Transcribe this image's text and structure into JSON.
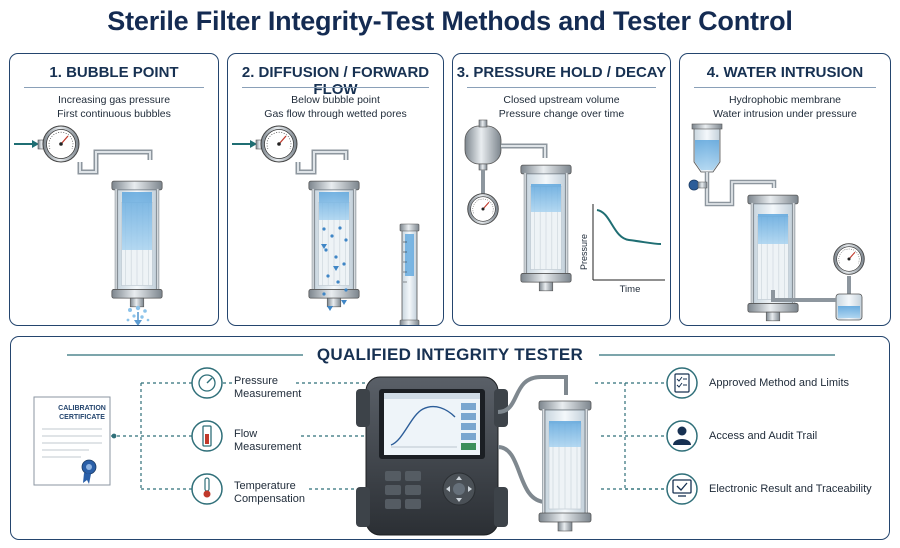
{
  "title": "Sterile Filter Integrity-Test Methods and Tester Control",
  "panels": [
    {
      "heading": "1. BUBBLE POINT",
      "lines": [
        "Increasing gas pressure",
        "First continuous bubbles"
      ]
    },
    {
      "heading": "2. DIFFUSION / FORWARD FLOW",
      "lines": [
        "Below bubble point",
        "Gas flow through wetted pores"
      ]
    },
    {
      "heading": "3. PRESSURE HOLD / DECAY",
      "lines": [
        "Closed upstream volume",
        "Pressure change over time"
      ],
      "chart": {
        "xlabel": "Time",
        "ylabel": "Pressure"
      }
    },
    {
      "heading": "4. WATER INTRUSION",
      "lines": [
        "Hydrophobic membrane",
        "Water intrusion under pressure"
      ]
    }
  ],
  "tester": {
    "heading": "QUALIFIED INTEGRITY TESTER",
    "certificate": [
      "CALIBRATION",
      "CERTIFICATE"
    ],
    "inputs": [
      {
        "lines": [
          "Pressure",
          "Measurement"
        ],
        "icon": "gauge-icon"
      },
      {
        "lines": [
          "Flow",
          "Measurement"
        ],
        "icon": "flowmeter-icon"
      },
      {
        "lines": [
          "Temperature",
          "Compensation"
        ],
        "icon": "thermometer-icon"
      }
    ],
    "outputs": [
      {
        "label": "Approved Method and Limits",
        "icon": "checklist-icon"
      },
      {
        "label": "Access and Audit Trail",
        "icon": "user-icon"
      },
      {
        "label": "Electronic Result and Traceability",
        "icon": "monitor-check-icon"
      }
    ]
  },
  "colors": {
    "navy": "#173152",
    "teal": "#2f6f79",
    "water": "#8cc3ea",
    "steel": "#9aa3ab"
  }
}
